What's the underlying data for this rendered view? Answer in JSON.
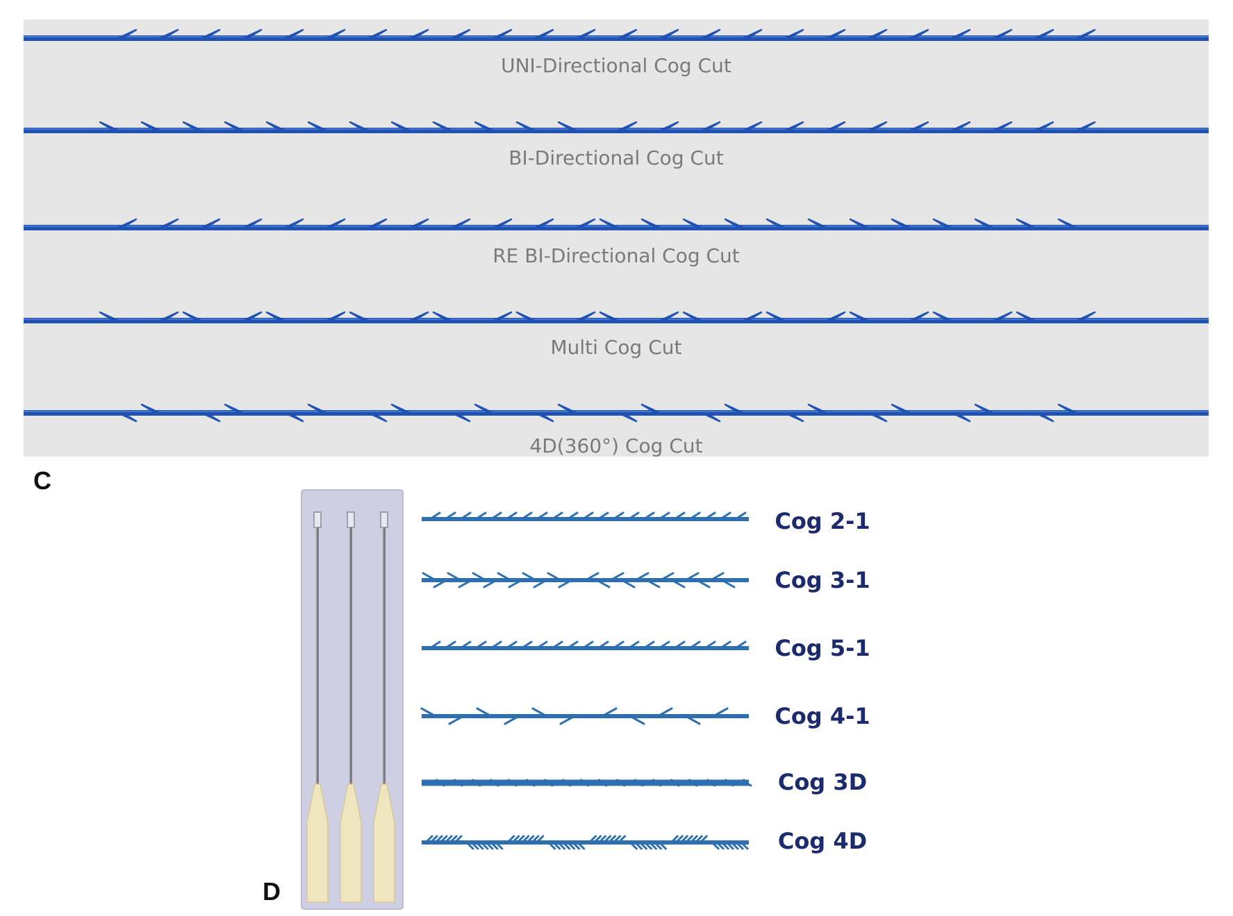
{
  "panel_c": {
    "letter": "C",
    "thread_color": "#2052b4",
    "threads": [
      {
        "label": "UNI-Directional Cog Cut",
        "barb_count": 24,
        "pattern": "uni"
      },
      {
        "label": "BI-Directional Cog Cut",
        "barb_count": 24,
        "pattern": "bi"
      },
      {
        "label": "RE BI-Directional Cog Cut",
        "barb_count": 24,
        "pattern": "rebi"
      },
      {
        "label": "Multi Cog Cut",
        "barb_count": 24,
        "pattern": "multi"
      },
      {
        "label": "4D(360°) Cog Cut",
        "barb_count": 24,
        "pattern": "fourd"
      }
    ]
  },
  "panel_d": {
    "letter": "D",
    "thread_color": "#2d6fb0",
    "label_color": "#1c2a6e",
    "package_color": "#cfcfe3",
    "needle_count": 3,
    "cogs": [
      {
        "label": "Cog 2-1",
        "pattern": "dense-uni"
      },
      {
        "label": "Cog 3-1",
        "pattern": "bi"
      },
      {
        "label": "Cog 5-1",
        "pattern": "dense-uni"
      },
      {
        "label": "Cog 4-1",
        "pattern": "alt-bi"
      },
      {
        "label": "Cog 3D",
        "pattern": "3d"
      },
      {
        "label": "Cog 4D",
        "pattern": "4d"
      }
    ]
  }
}
